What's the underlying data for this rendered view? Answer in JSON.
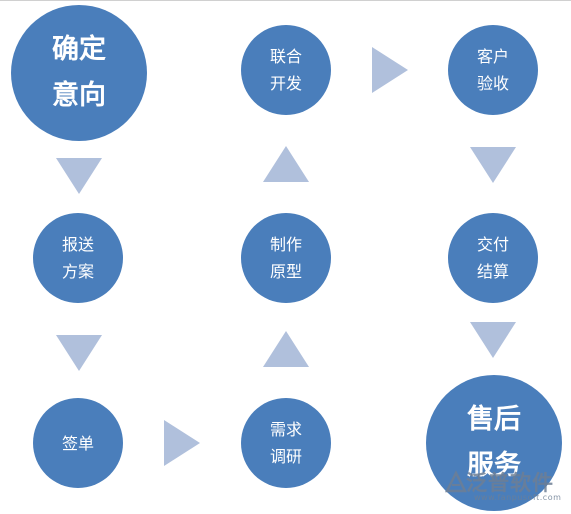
{
  "colors": {
    "node": "#4a7ebb",
    "arrow": "#b0c0dc",
    "background": "#ffffff"
  },
  "nodes": {
    "confirm_intent": "确定\n意向",
    "send_proposal": "报送\n方案",
    "sign": "签单",
    "requirements_research": "需求\n调研",
    "make_prototype": "制作\n原型",
    "joint_development": "联合\n开发",
    "customer_acceptance": "客户\n验收",
    "delivery_settlement": "交付\n结算",
    "after_sales_service": "售后\n服务"
  },
  "watermark": {
    "text": "泛普软件",
    "url": "www.fanpusoft.com"
  }
}
